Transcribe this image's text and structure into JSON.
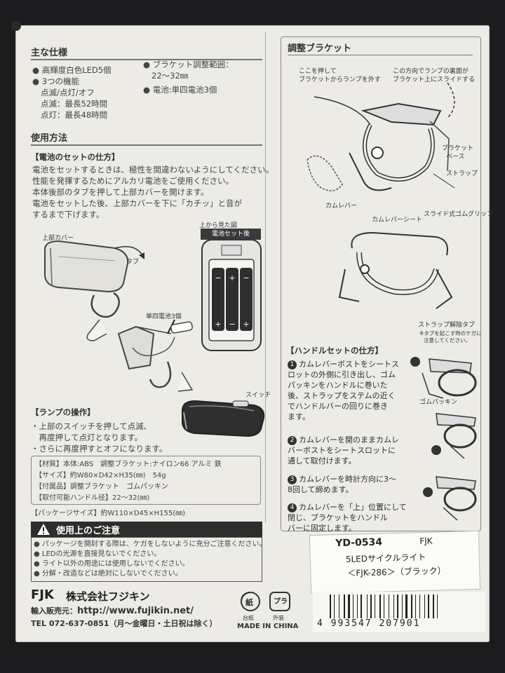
{
  "specs": {
    "heading": "主な仕様",
    "left": [
      "高輝度白色LED5個",
      "3つの機能",
      "点滅/点灯/オフ",
      "点滅：最長52時間",
      "点灯：最長48時間"
    ],
    "right": [
      "ブラケット調整範囲：",
      "22～32㎜",
      "電池:単四電池3個"
    ]
  },
  "usage": {
    "heading": "使用方法",
    "battery_heading": "【電池のセットの仕方】",
    "battery_text": [
      "電池をセットするときは、極性を間違わないようにしてください。",
      "性能を発揮するためにアルカリ電池をご使用ください。",
      "本体後部のタブを押して上部カバーを開けます。",
      "電池をセットした後、上部カバーを下に「カチッ」と音が",
      "するまで下げます。"
    ],
    "labels": {
      "top_cover": "上部カバー",
      "tab": "タブ",
      "top_view": "上から見た図",
      "battery_set": "電池セット後",
      "aaa": "単四電池3個",
      "switch": "スイッチ"
    },
    "lamp_heading": "【ランプの操作】",
    "lamp_text": [
      "・上部のスイッチを押して点滅、",
      "　再度押して点灯となります。",
      "・さらに再度押すとオフになります。"
    ]
  },
  "materials": {
    "lines": [
      "【材質】本体:ABS　調整ブラケット:ナイロン66 アルミ 鉄",
      "【サイズ】約W80×D42×H35(㎜)　54g",
      "【付属品】調整ブラケット　ゴムパッキン",
      "【取付可能ハンドル径】22～32(㎜)"
    ],
    "package": "【パッケージサイズ】約W110×D45×H155(㎜)"
  },
  "caution": {
    "heading": "使用上のご注意",
    "items": [
      "パッケージを開封する際は、ケガをしないように充分ご注意ください。",
      "LEDの光源を直接見ないでください。",
      "ライト以外の用途には使用しないでください。",
      "分解・改造などは絶対にしないでください。"
    ]
  },
  "company": {
    "logo": "FJK",
    "name": "株式会社フジキン",
    "importer": "輸入販売元：",
    "url": "http://www.fujikin.net/",
    "tel": "TEL 072-637-0851（月～金曜日・土日祝は除く）",
    "recycle_paper": "紙",
    "recycle_plastic": "プラ",
    "recycle_left_caption": "台紙",
    "recycle_right_caption": "外装",
    "made_in": "MADE IN CHINA"
  },
  "bracket": {
    "heading": "調整ブラケット",
    "labels": {
      "push_here": "ここを押して",
      "remove_lamp": "ブラケットからランプを外す",
      "slide_in": "この方向でランプの裏面が",
      "slide_in2": "ブラケット上にスライドする",
      "bracket_base": "ブラケット",
      "bracket_base2": "ベース",
      "strap": "ストラップ",
      "cam_lever": "カムレバー",
      "cam_sheet": "カムレバーシート",
      "slide_grip": "スライド式ゴムグリップ",
      "strap_release": "ストラップ解除タブ",
      "release_note": "※タブを起こす時のケガに",
      "release_note2": "注意してください。",
      "rubber": "ゴムパッキン"
    }
  },
  "handle": {
    "heading": "【ハンドルセットの仕方】",
    "steps": [
      {
        "n": "1",
        "lines": [
          "カムレバーボストをシートス",
          "ロットの外側に引き出し、ゴム",
          "パッキンをハンドルに巻いた",
          "後、ストラップをステムの近く",
          "でハンドルバーの回りに巻き",
          "ます。"
        ]
      },
      {
        "n": "2",
        "lines": [
          "カムレバーを開のままカムレ",
          "バーボストをシートスロットに",
          "通して取付けます。"
        ]
      },
      {
        "n": "3",
        "lines": [
          "カムレバーを時計方向に3～",
          "8回して締めます。"
        ]
      },
      {
        "n": "4",
        "lines": [
          "カムレバーを「上」位置にして",
          "閉じ、ブラケットをハンドル",
          "バーに固定します。"
        ]
      }
    ]
  },
  "product": {
    "code": "YD-0534",
    "brand": "FJK",
    "name": "5LEDサイクルライト",
    "model": "＜FJK-286＞（ブラック）",
    "barcode": "4 993547 207901"
  }
}
